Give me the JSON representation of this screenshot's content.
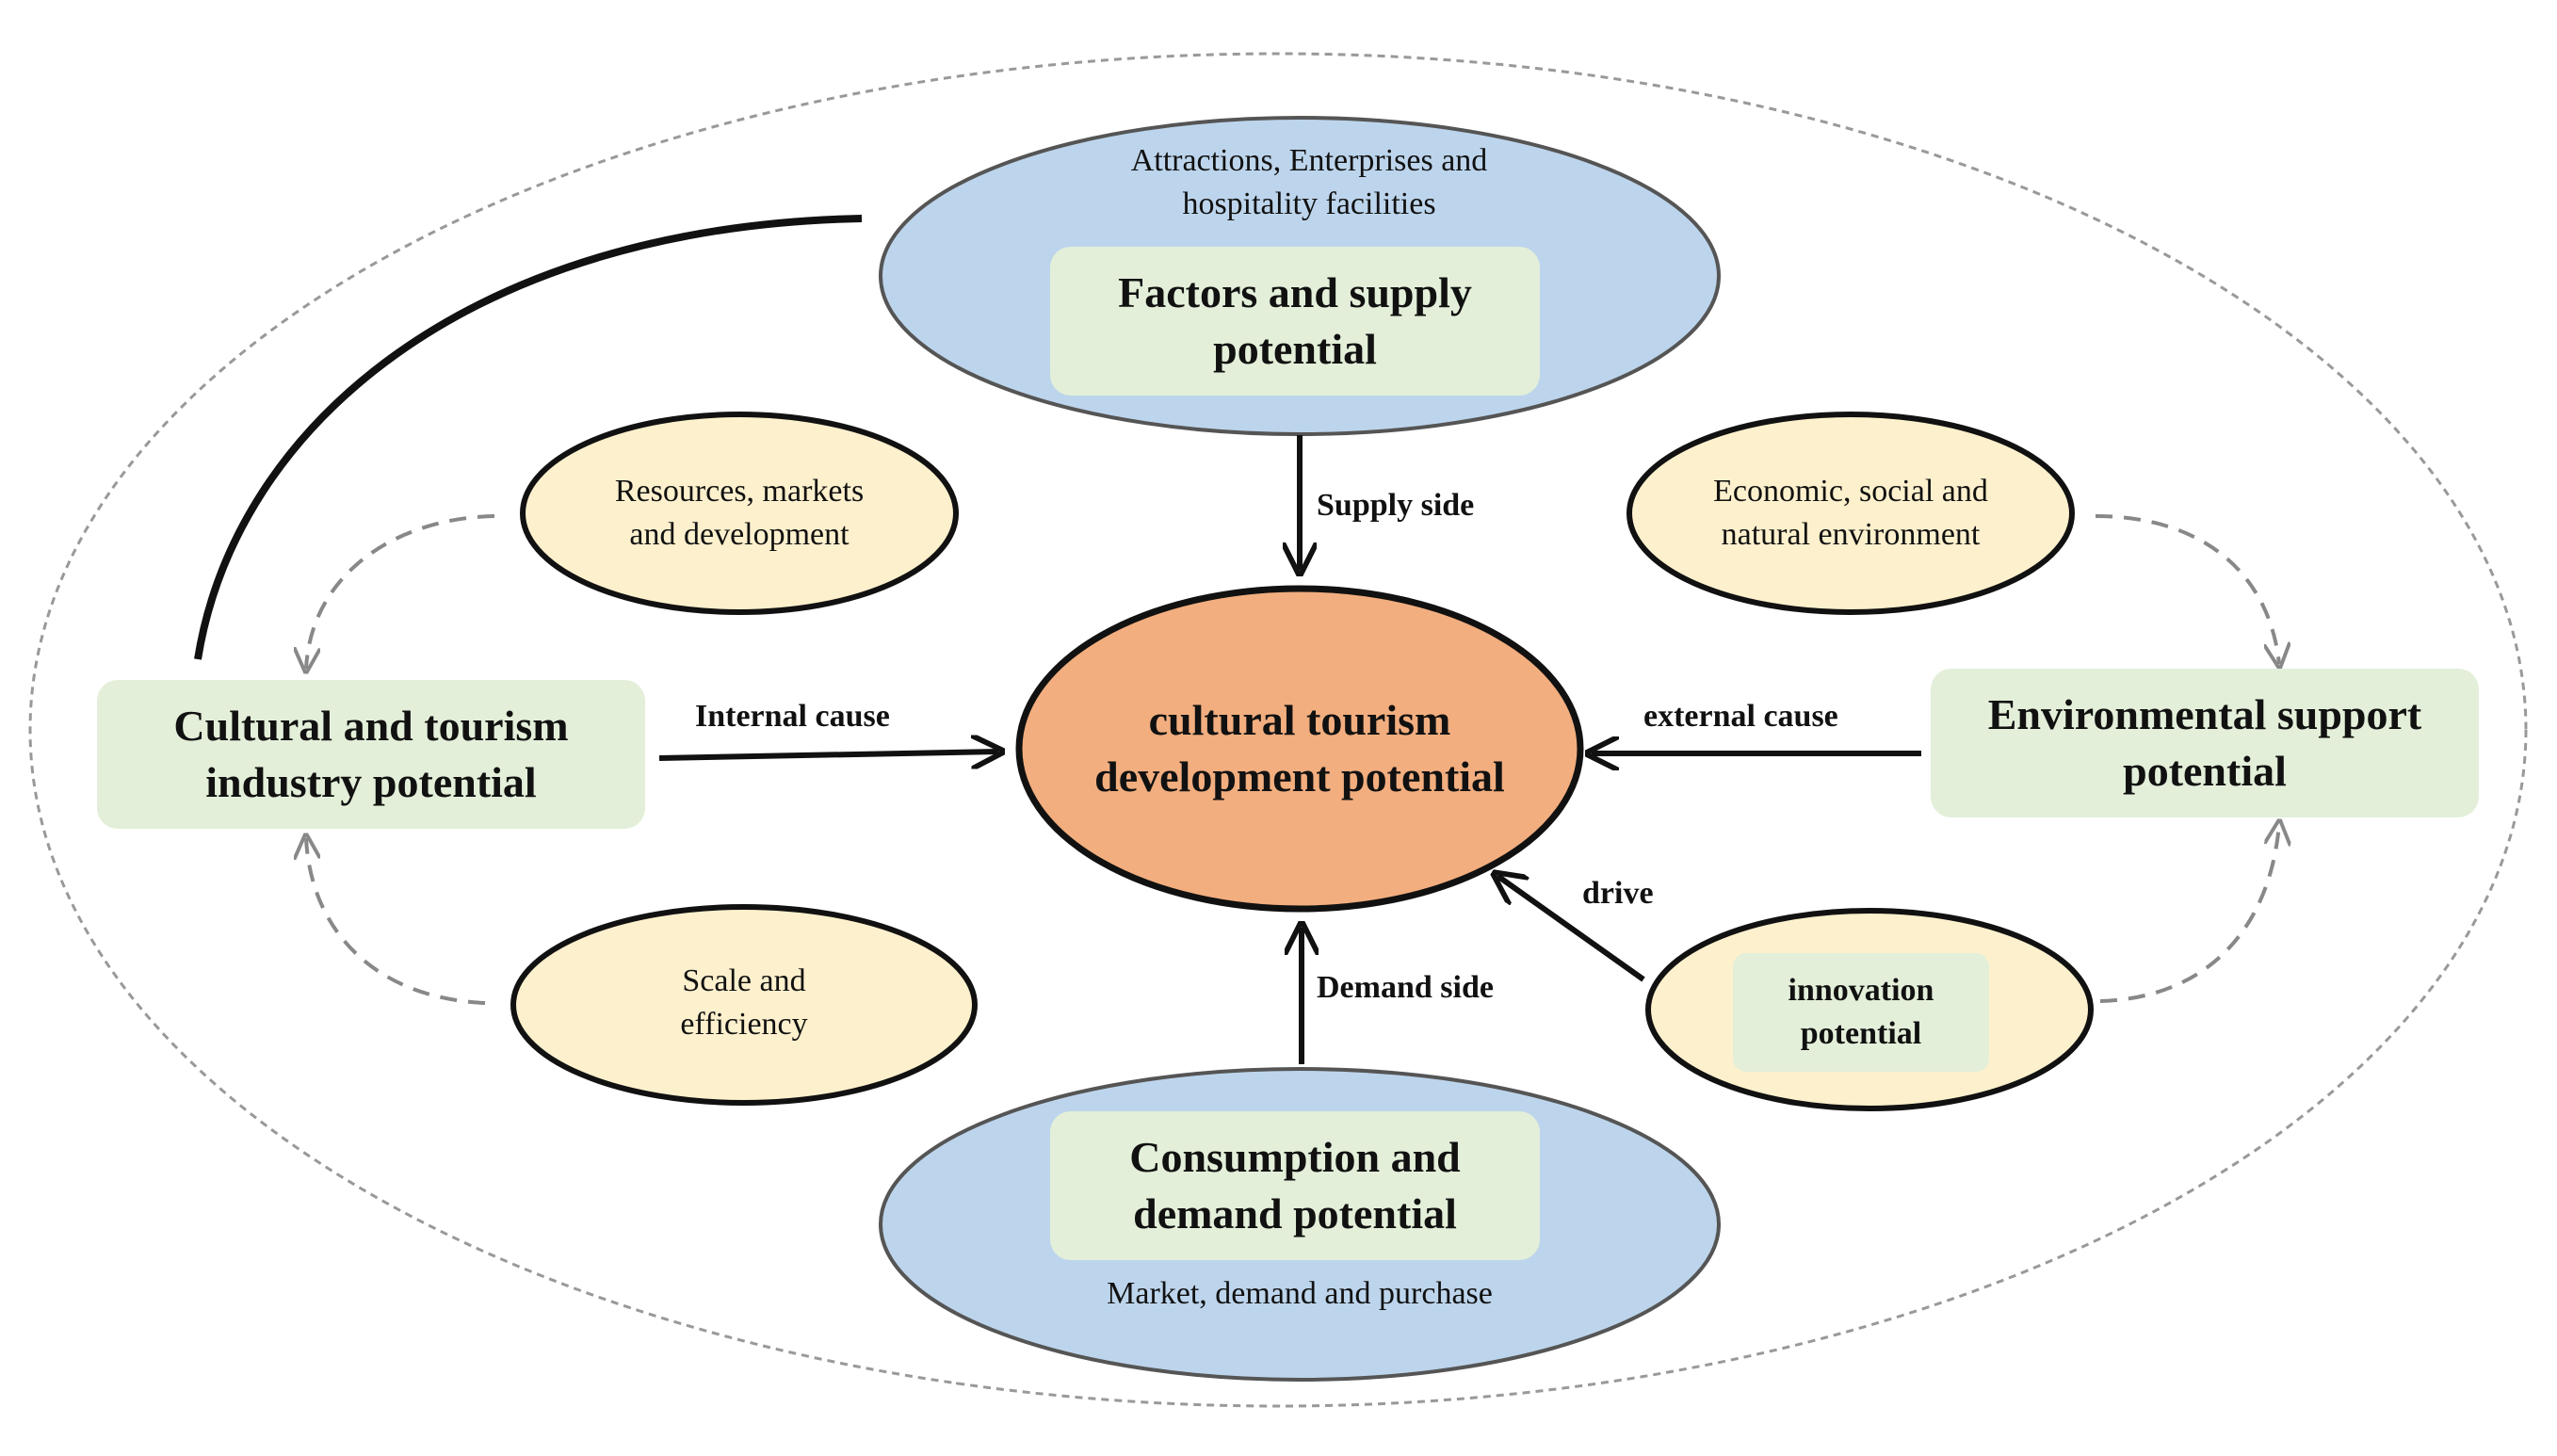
{
  "nodes": {
    "center": {
      "label": "cultural tourism development potential"
    },
    "supply": {
      "label": "Factors and supply potential",
      "caption": "Attractions, Enterprises and hospitality facilities"
    },
    "demand": {
      "label": "Consumption and demand potential",
      "caption": "Market, demand and purchase"
    },
    "industry": {
      "label": "Cultural and tourism industry potential"
    },
    "environment": {
      "label": "Environmental support potential"
    },
    "resources": {
      "label": "Resources, markets and development"
    },
    "scale": {
      "label": "Scale and efficiency"
    },
    "economic": {
      "label": "Economic, social and natural environment"
    },
    "innovation": {
      "label": "innovation potential"
    }
  },
  "edges": {
    "supply_side": "Supply side",
    "demand_side": "Demand side",
    "internal_cause": "Internal cause",
    "external_cause": "external cause",
    "drive": "drive"
  },
  "colors": {
    "blue_ellipse": "#bdd5ec",
    "yellow_ellipse": "#fdf0cd",
    "green_box": "#e3efd9",
    "center_ellipse": "#f2ae7f",
    "stroke": "#111111",
    "dashed": "#888888"
  }
}
